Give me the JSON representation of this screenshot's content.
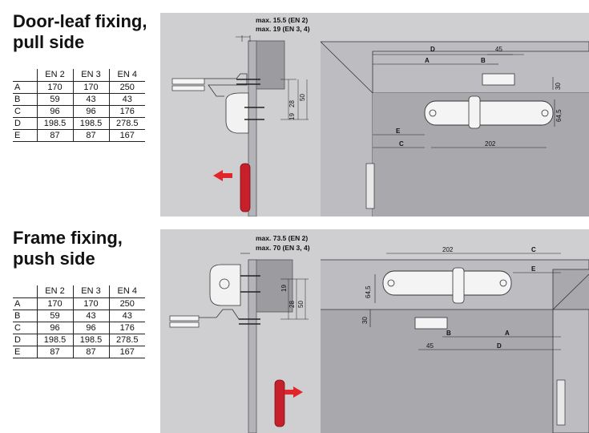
{
  "top": {
    "title_line1": "Door-leaf fixing,",
    "title_line2": "pull side",
    "table": {
      "headers": [
        "EN 2",
        "EN 3",
        "EN 4"
      ],
      "rows": [
        {
          "label": "A",
          "values": [
            "170",
            "170",
            "250"
          ]
        },
        {
          "label": "B",
          "values": [
            "59",
            "43",
            "43"
          ]
        },
        {
          "label": "C",
          "values": [
            "96",
            "96",
            "176"
          ]
        },
        {
          "label": "D",
          "values": [
            "198.5",
            "198.5",
            "278.5"
          ]
        },
        {
          "label": "E",
          "values": [
            "87",
            "87",
            "167"
          ]
        }
      ]
    },
    "note_line1": "max. 15.5 (EN 2)",
    "note_line2": "max. 19 (EN 3, 4)",
    "dims": {
      "d": "D",
      "a": "A",
      "b": "B",
      "w45": "45",
      "h30": "30",
      "h64": "64,5",
      "e": "E",
      "c": "C",
      "w202": "202",
      "v28": "28",
      "v50": "50",
      "v19": "19"
    }
  },
  "bottom": {
    "title_line1": "Frame fixing,",
    "title_line2": "push side",
    "table": {
      "headers": [
        "EN 2",
        "EN 3",
        "EN 4"
      ],
      "rows": [
        {
          "label": "A",
          "values": [
            "170",
            "170",
            "250"
          ]
        },
        {
          "label": "B",
          "values": [
            "59",
            "43",
            "43"
          ]
        },
        {
          "label": "C",
          "values": [
            "96",
            "96",
            "176"
          ]
        },
        {
          "label": "D",
          "values": [
            "198.5",
            "198.5",
            "278.5"
          ]
        },
        {
          "label": "E",
          "values": [
            "87",
            "87",
            "167"
          ]
        }
      ]
    },
    "note_line1": "max. 73.5 (EN 2)",
    "note_line2": "max. 70 (EN 3, 4)",
    "dims": {
      "w202": "202",
      "c": "C",
      "e": "E",
      "h64": "64,5",
      "h30": "30",
      "b": "B",
      "a": "A",
      "w45": "45",
      "d": "D",
      "v19": "19",
      "v28": "28",
      "v50": "50"
    }
  },
  "colors": {
    "diagram_bg": "#cfcfd2",
    "wall": "#9c9ca0",
    "arrow_red": "#e0262a",
    "hinge_red": "#c8202a"
  }
}
